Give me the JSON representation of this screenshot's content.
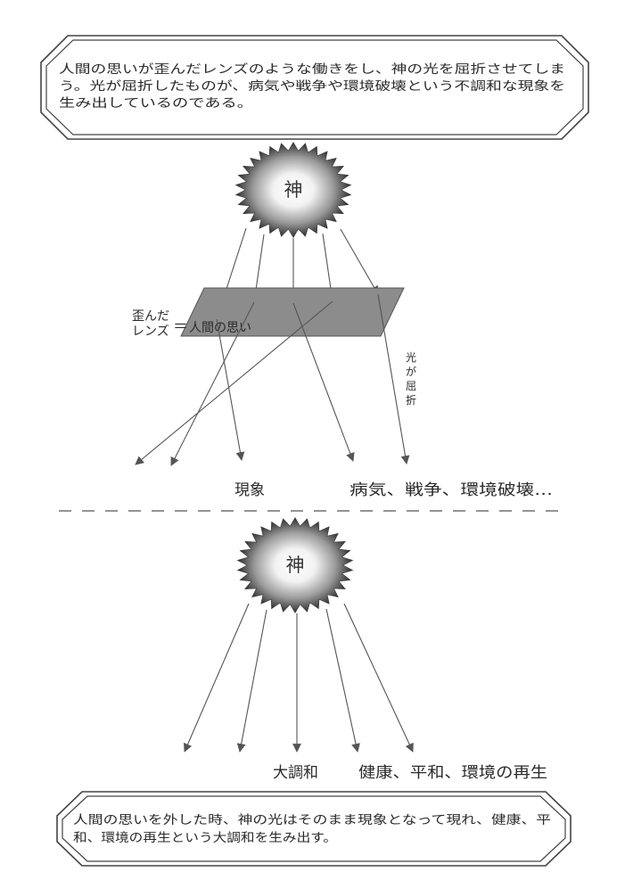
{
  "top_box": {
    "text_lines": [
      "人間の思いが歪んだレンズのような働きをし、神の光を屈折させてしま",
      "う。光が屈折したものが、病気や戦争や環境破壊という不調和な現象を",
      "生み出しているのである。"
    ]
  },
  "upper_diagram": {
    "god_label": "神",
    "lens_side_label_lines": [
      "歪んだ",
      "レンズ"
    ],
    "lens_equals": "＝",
    "lens_label": "人間の思い",
    "refraction_label_chars": [
      "光",
      "が",
      "屈",
      "折"
    ],
    "phenomenon_label": "現象",
    "outcome_label": "病気、戦争、環境破壊…"
  },
  "lower_diagram": {
    "god_label": "神",
    "harmony_label": "大調和",
    "outcome_label": "健康、平和、環境の再生"
  },
  "bottom_box": {
    "text_lines": [
      "人間の思いを外した時、神の光はそのまま現象となって現れ、健康、平",
      "和、環境の再生という大調和を生み出す。"
    ]
  },
  "colors": {
    "line": "#555555",
    "lens_fill": "#8c8c8c",
    "god_center": "#ffffff",
    "god_edge": "#2e2e2e"
  }
}
